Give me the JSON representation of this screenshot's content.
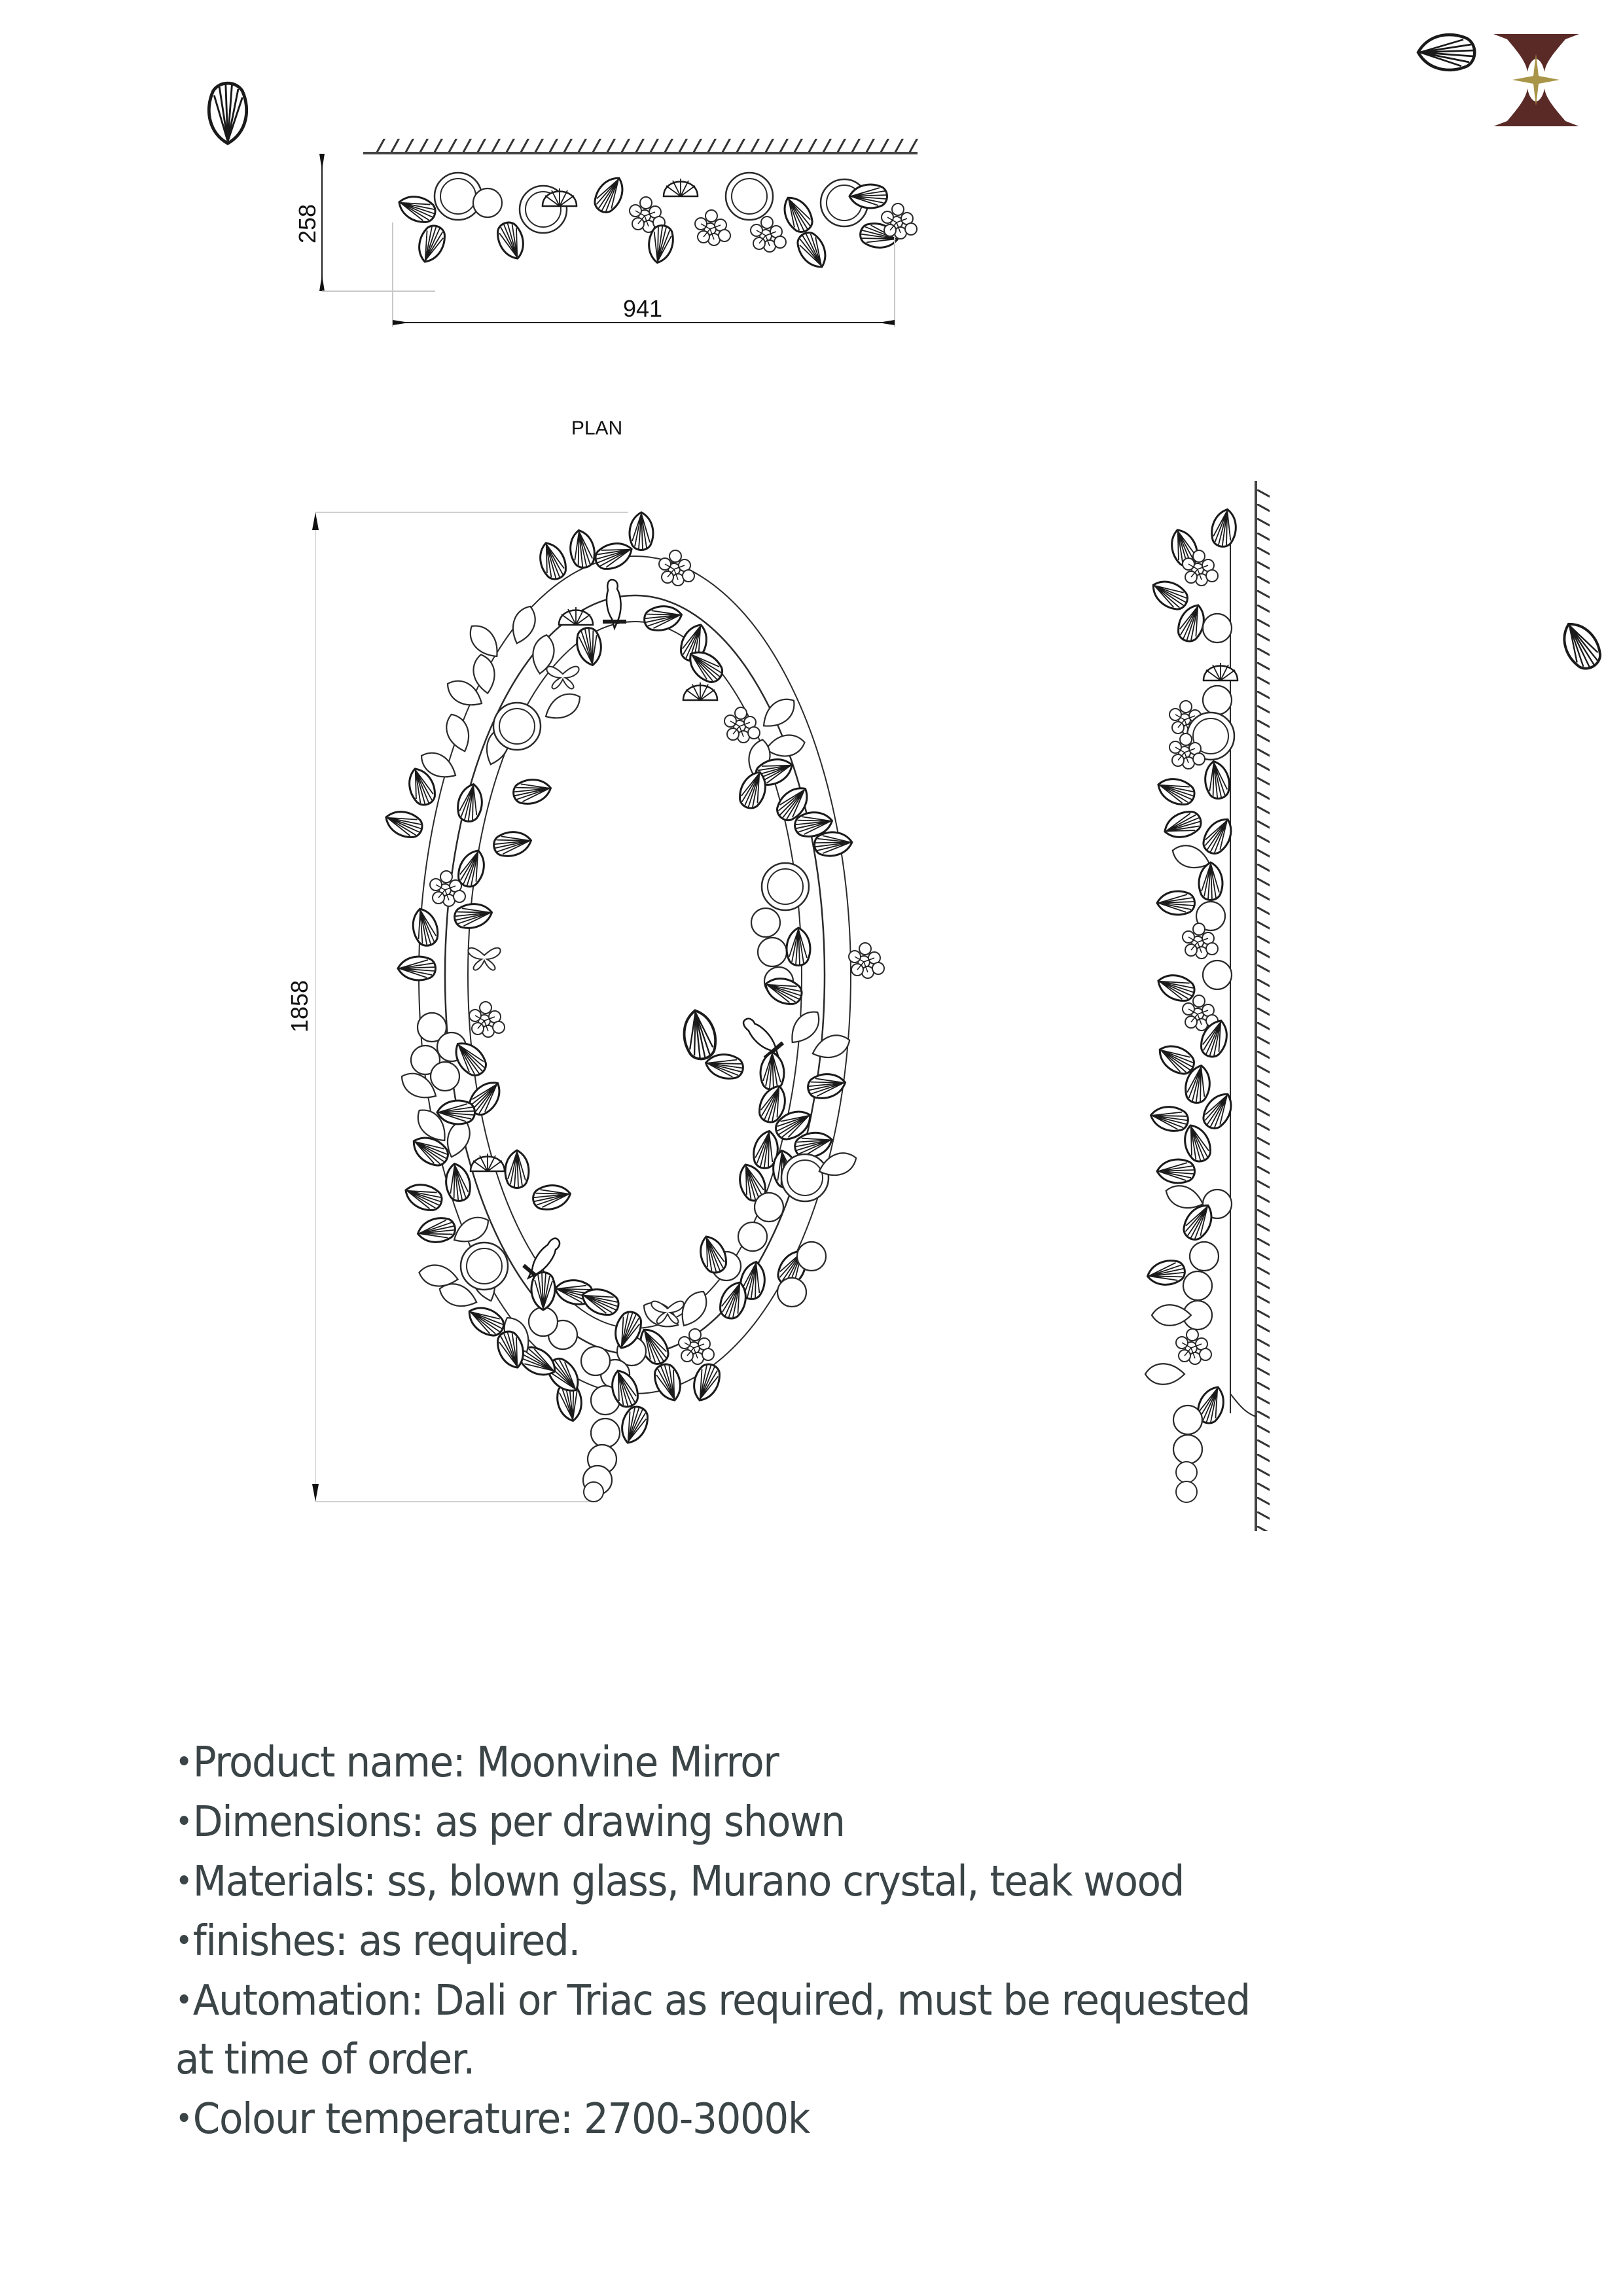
{
  "logo": {
    "icon": "brand-monogram-icon",
    "colors": {
      "frame": "#5a2a27",
      "star": "#a89548"
    }
  },
  "drawings": {
    "plan": {
      "label": "PLAN",
      "depth_dimension": "258",
      "width_dimension": "941"
    },
    "front_elevation": {
      "height_dimension": "1858"
    },
    "side_elevation": {
      "wall": "hatched-wall"
    }
  },
  "specs": {
    "bullet": "•",
    "items": [
      {
        "label": "Product name: Moonvine Mirror"
      },
      {
        "label": "Dimensions: as per drawing shown"
      },
      {
        "label": "Materials: ss, blown glass, Murano crystal, teak wood"
      },
      {
        "label": "finishes: as required."
      },
      {
        "label": "Automation: Dali or Triac as required, must be requested"
      },
      {
        "label": "at time of order.",
        "continuation": true
      },
      {
        "label": "Colour temperature: 2700-3000k"
      }
    ]
  },
  "colors": {
    "text": "#3b4446",
    "line": "#1a1a1a",
    "dimension_line": "#bdbdbd"
  }
}
